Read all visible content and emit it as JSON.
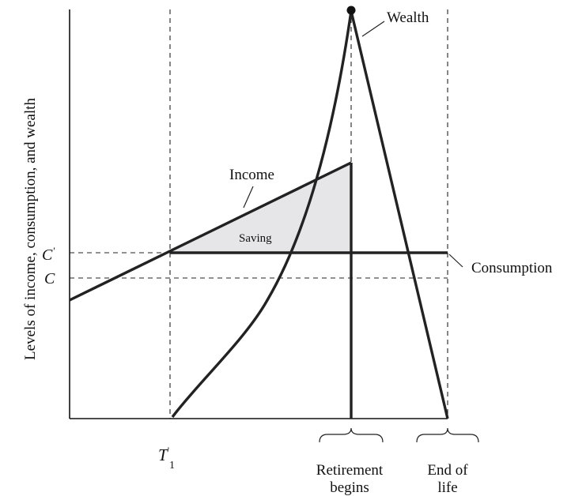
{
  "axis_label": "Levels of income, consumption, and wealth",
  "labels": {
    "wealth": "Wealth",
    "income": "Income",
    "saving": "Saving",
    "consumption": "Consumption",
    "c_prime": "C",
    "c_prime_mark": "'",
    "c": "C",
    "t1_base": "T",
    "t1_mark": "'",
    "t1_sub": "1",
    "retirement_line1": "Retirement",
    "retirement_line2": "begins",
    "end_line1": "End of",
    "end_line2": "life"
  },
  "colors": {
    "saving_fill": "#e6e6e8",
    "line": "#222222"
  }
}
